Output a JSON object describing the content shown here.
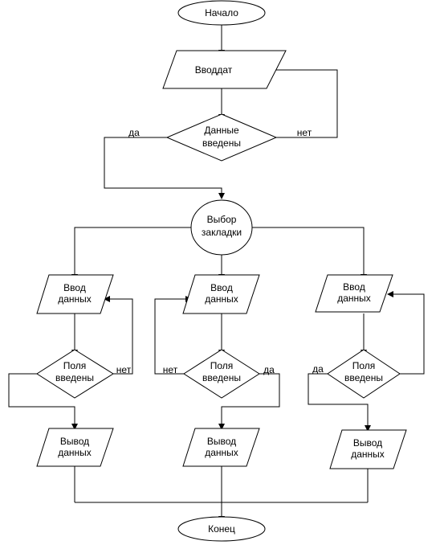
{
  "diagram": {
    "start": "Начало",
    "input_main": "Вводдат",
    "check_main": [
      "Данные",
      "введены"
    ],
    "branch_yes_main": "да",
    "branch_no_main": "нет",
    "select_tab": [
      "Выбор",
      "закладки"
    ],
    "columns": [
      {
        "input": [
          "Ввод",
          "данных"
        ],
        "check": [
          "Поля",
          "введены"
        ],
        "branch_no": "нет",
        "output": [
          "Вывод",
          "данных"
        ]
      },
      {
        "input": [
          "Ввод",
          "данных"
        ],
        "check": [
          "Поля",
          "введены"
        ],
        "branch_no": "нет",
        "branch_yes": "да",
        "output": [
          "Вывод",
          "данных"
        ]
      },
      {
        "input": [
          "Ввод",
          "данных"
        ],
        "check": [
          "Поля",
          "введены"
        ],
        "branch_yes": "да",
        "output": [
          "Вывод",
          "данных"
        ]
      }
    ],
    "end": "Конец"
  }
}
